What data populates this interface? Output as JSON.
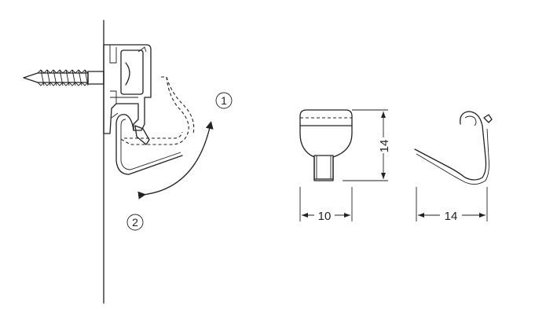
{
  "diagram": {
    "step_labels": {
      "step1": "1",
      "step2": "2"
    },
    "dimensions": {
      "front_width": "10",
      "front_height": "14",
      "side_width": "14"
    },
    "colors": {
      "line": "#222222",
      "background": "#ffffff"
    }
  }
}
